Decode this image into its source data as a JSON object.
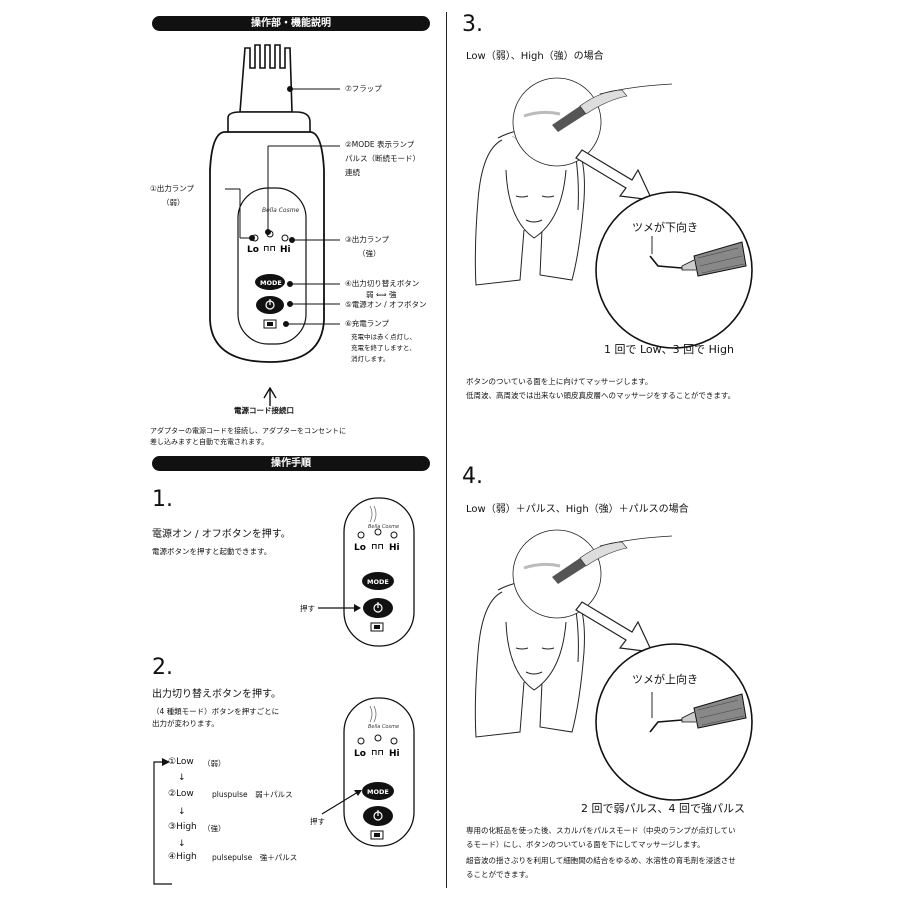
{
  "left": {
    "header1": "操作部・機能説明",
    "labels": {
      "flap": "⑦フラップ",
      "mode_lamp": "②MODE 表示ランプ",
      "pulse": "パルス（断続モード）",
      "continuous": "連続",
      "out_lamp_weak": "①出力ランプ",
      "weak": "（弱）",
      "out_lamp_strong": "③出力ランプ",
      "strong": "（強）",
      "switch_btn": "④出力切り替えボタン",
      "weak_strong": "弱 ⟺ 強",
      "power_btn": "⑤電源オン / オフボタン",
      "charge_lamp": "⑥充電ランプ",
      "charge_note1": "充電中は赤く点灯し、",
      "charge_note2": "充電を終了しますと、",
      "charge_note3": "消灯します。",
      "cord": "電源コード接続口"
    },
    "device": {
      "lo": "Lo",
      "hi": "Hi",
      "pulse_symbol": "⊓⊓",
      "mode": "MODE",
      "logo": "Bella Cosme"
    },
    "adapter_note1": "アダプターの電源コードを接続し、アダプターをコンセントに",
    "adapter_note2": "差し込みますと自動で充電されます。",
    "header2": "操作手順",
    "step1": {
      "num": "1.",
      "title": "電源オン / オフボタンを押す。",
      "desc": "電源ボタンを押すと起動できます。",
      "press": "押す"
    },
    "step2": {
      "num": "2.",
      "title": "出力切り替えボタンを押す。",
      "desc1": "（4 種類モード）ボタンを押すごとに",
      "desc2": "出力が変わります。",
      "press": "押す",
      "modes": [
        {
          "label": "①Low",
          "desc": "（弱）"
        },
        {
          "label": "②Low",
          "desc": "pluspulse　弱＋パルス"
        },
        {
          "label": "③High",
          "desc": "（強）"
        },
        {
          "label": "④High",
          "desc": "pulsepulse　強＋パルス"
        }
      ],
      "arrow": "↓"
    }
  },
  "right": {
    "step3": {
      "num": "3.",
      "title": "Low（弱）、High（強）の場合",
      "bubble": "ツメが下向き",
      "caption": "1 回で Low、3 回で High",
      "desc1": "ボタンのついている面を上に向けてマッサージします。",
      "desc2": "低周波、高周波では出来ない頭皮真皮層へのマッサージをすることができます。"
    },
    "step4": {
      "num": "4.",
      "title": "Low（弱）＋パルス、High（強）＋パルスの場合",
      "bubble": "ツメが上向き",
      "caption": "2 回で弱パルス、4 回で強パルス",
      "desc1": "専用の化粧品を使った後、スカルパをパルスモード（中央のランプが点灯してい",
      "desc2": "るモード）にし、ボタンのついている面を下にしてマッサージします。",
      "desc3": "超音波の揺さぶりを利用して細胞間の結合をゆるめ、水溶性の育毛剤を浸透させ",
      "desc4": "ることができます。"
    }
  }
}
